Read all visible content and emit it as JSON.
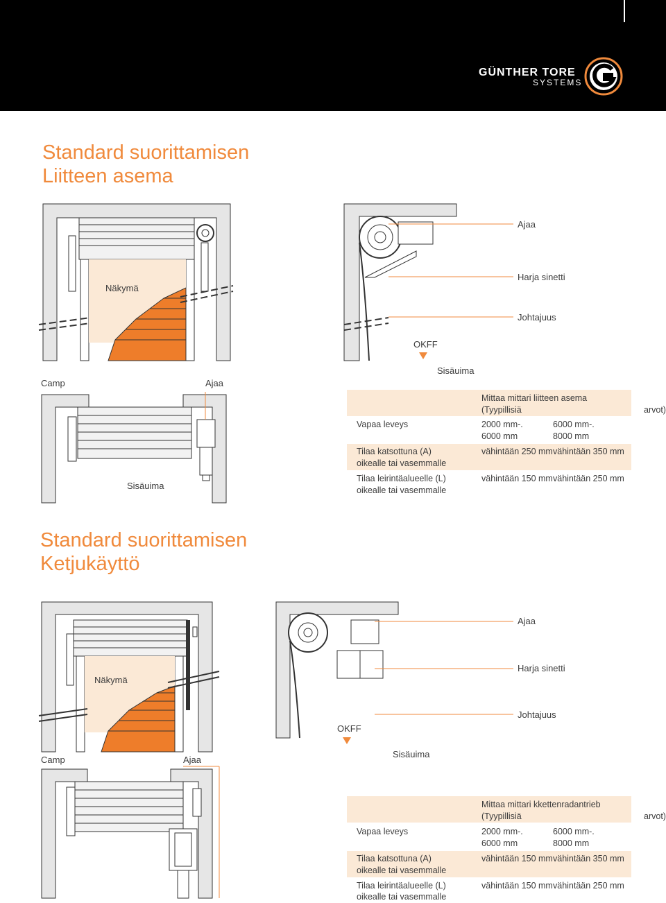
{
  "brand": {
    "name": "GÜNTHER TORE",
    "sub": "SYSTEMS",
    "accent": "#f08a3c"
  },
  "section1": {
    "title_line1": "Standard suorittamisen",
    "title_line2": "Liitteen asema",
    "labels": {
      "nakyma": "Näkymä",
      "ajaa_right": "Ajaa",
      "harja": "Harja sinetti",
      "johtajuus": "Johtajuus",
      "okff": "OKFF",
      "sisauima_top": "Sisäuima",
      "camp": "Camp",
      "ajaa_plan": "Ajaa",
      "sisauima_plan": "Sisäuima"
    },
    "table": {
      "header_line1": "Mittaa mittari liitteen asema",
      "header_line2": "(Tyypillisiä",
      "header_extra": "arvot)",
      "rows": [
        {
          "label_line1": "Vapaa leveys",
          "label_line2": "",
          "col1_line1": "2000 mm-.",
          "col1_line2": "6000 mm",
          "col2_line1": "6000 mm-.",
          "col2_line2": "8000 mm"
        },
        {
          "label_line1": "Tilaa katsottuna (A)",
          "label_line2": "oikealle tai vasemmalle",
          "col1_line1": "vähintään 250 mm",
          "col1_line2": "",
          "col2_line1": "vähintään 350 mm",
          "col2_line2": ""
        },
        {
          "label_line1": "Tilaa leirintäalueelle (L)",
          "label_line2": "oikealle tai vasemmalle",
          "col1_line1": "vähintään 150 mm",
          "col1_line2": "",
          "col2_line1": "vähintään 250 mm",
          "col2_line2": ""
        }
      ]
    }
  },
  "section2": {
    "title_line1": "Standard suorittamisen",
    "title_line2": "Ketjukäyttö",
    "labels": {
      "nakyma": "Näkymä",
      "ajaa_right": "Ajaa",
      "harja": "Harja sinetti",
      "johtajuus": "Johtajuus",
      "okff": "OKFF",
      "camp": "Camp",
      "ajaa_plan": "Ajaa",
      "sisauima": "Sisäuima"
    },
    "table": {
      "header_line1": "Mittaa mittari kkettenradantrieb",
      "header_line2": "(Tyypillisiä",
      "header_extra": "arvot)",
      "rows": [
        {
          "label_line1": "Vapaa leveys",
          "label_line2": "",
          "col1_line1": "2000 mm-.",
          "col1_line2": "6000 mm",
          "col2_line1": "6000 mm-.",
          "col2_line2": "8000 mm"
        },
        {
          "label_line1": "Tilaa katsottuna (A)",
          "label_line2": "oikealle tai vasemmalle",
          "col1_line1": "vähintään 150 mm",
          "col1_line2": "",
          "col2_line1": "vähintään 350 mm",
          "col2_line2": ""
        },
        {
          "label_line1": "Tilaa leirintäalueelle (L)",
          "label_line2": "oikealle tai vasemmalle",
          "col1_line1": "vähintään 150 mm",
          "col1_line2": "",
          "col2_line1": "vähintään 250 mm",
          "col2_line2": ""
        }
      ]
    }
  }
}
